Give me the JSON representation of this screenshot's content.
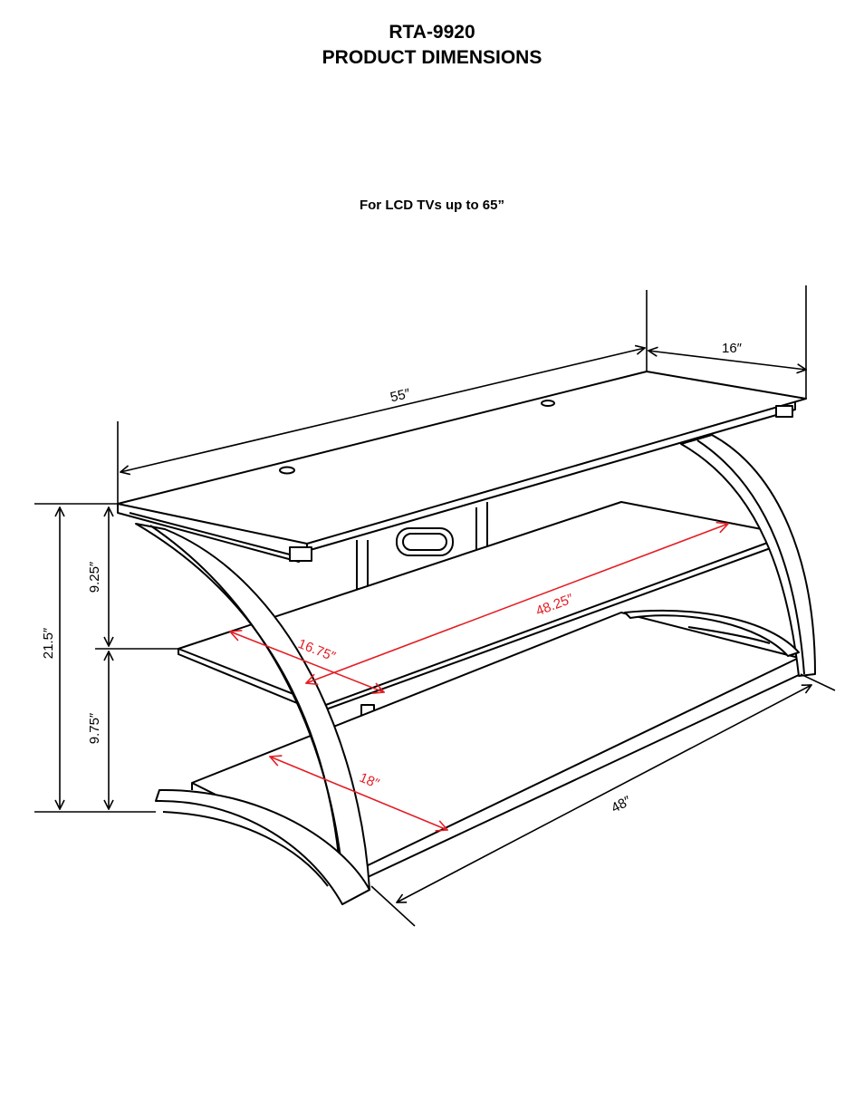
{
  "header": {
    "model": "RTA-9920",
    "heading": "PRODUCT DIMENSIONS",
    "note": "For LCD TVs up to 65”"
  },
  "dimensions": {
    "width_top": "55″",
    "depth_top": "16″",
    "total_height": "21.5″",
    "upper_gap": "9.25″",
    "lower_gap": "9.75″",
    "middle_shelf_width": "48.25″",
    "middle_shelf_depth": "16.75″",
    "bottom_shelf_depth": "18″",
    "bottom_width": "48″"
  },
  "colors": {
    "line": "#000000",
    "highlight_dimension": "#e31e24"
  }
}
